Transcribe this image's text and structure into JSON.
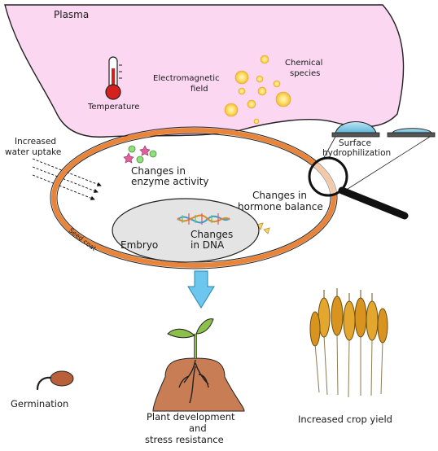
{
  "plasma": {
    "title": "Plasma",
    "temperature_label": "Temperature",
    "em_field_line1": "Electromagnetic",
    "em_field_line2": "field",
    "chem_line1": "Chemical",
    "chem_line2": "species",
    "color": "#fbd7f2"
  },
  "water": {
    "line1": "Increased",
    "line2": "water uptake"
  },
  "seed": {
    "coat_label": "Seed coat",
    "coat_color": "#e8853a",
    "enzyme_line1": "Changes in",
    "enzyme_line2": "enzyme activity",
    "hormone_line1": "Changes in",
    "hormone_line2": "hormone balance",
    "embryo_label": "Embryo",
    "dna_line1": "Changes",
    "dna_line2": "in DNA"
  },
  "surface": {
    "line1": "Surface",
    "line2": "hydrophilization"
  },
  "outcomes": {
    "germination": "Germination",
    "plant_line1": "Plant development",
    "plant_line2": "and",
    "plant_line3": "stress resistance",
    "crop": "Increased crop yield"
  }
}
